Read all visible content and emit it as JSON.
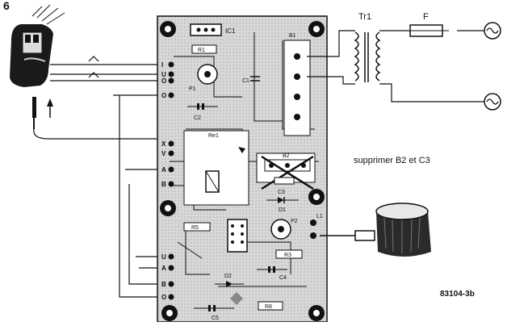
{
  "figure_label": "6",
  "figure_code": "83104-3b",
  "note": "supprimer B2 et C3",
  "transformer_label": "Tr1",
  "fuse_label": "F",
  "board_labels": {
    "ic1": "IC1",
    "b1": "B1",
    "r1": "R1",
    "p1": "P1",
    "c1": "C1",
    "c2": "C2",
    "re1": "Re1",
    "b2": "B2",
    "c3": "C3",
    "d1": "D1",
    "r5": "R5",
    "p2": "P2",
    "l1": "L1",
    "r3": "R3",
    "c4": "C4",
    "d2": "D2",
    "r8": "R8",
    "c5": "C5"
  },
  "pin_labels_left": [
    "I",
    "U",
    "O",
    "O",
    "X",
    "V",
    "A",
    "B",
    "U",
    "A",
    "B",
    "O"
  ],
  "colors": {
    "ink": "#111111",
    "paper": "#ffffff",
    "board": "#d8d8d8"
  },
  "icons": [
    "battery-pack-icon",
    "probe-icon",
    "ac-source-icon",
    "knob-icon",
    "screw-hole-icon",
    "transformer-icon",
    "fuse-icon"
  ]
}
